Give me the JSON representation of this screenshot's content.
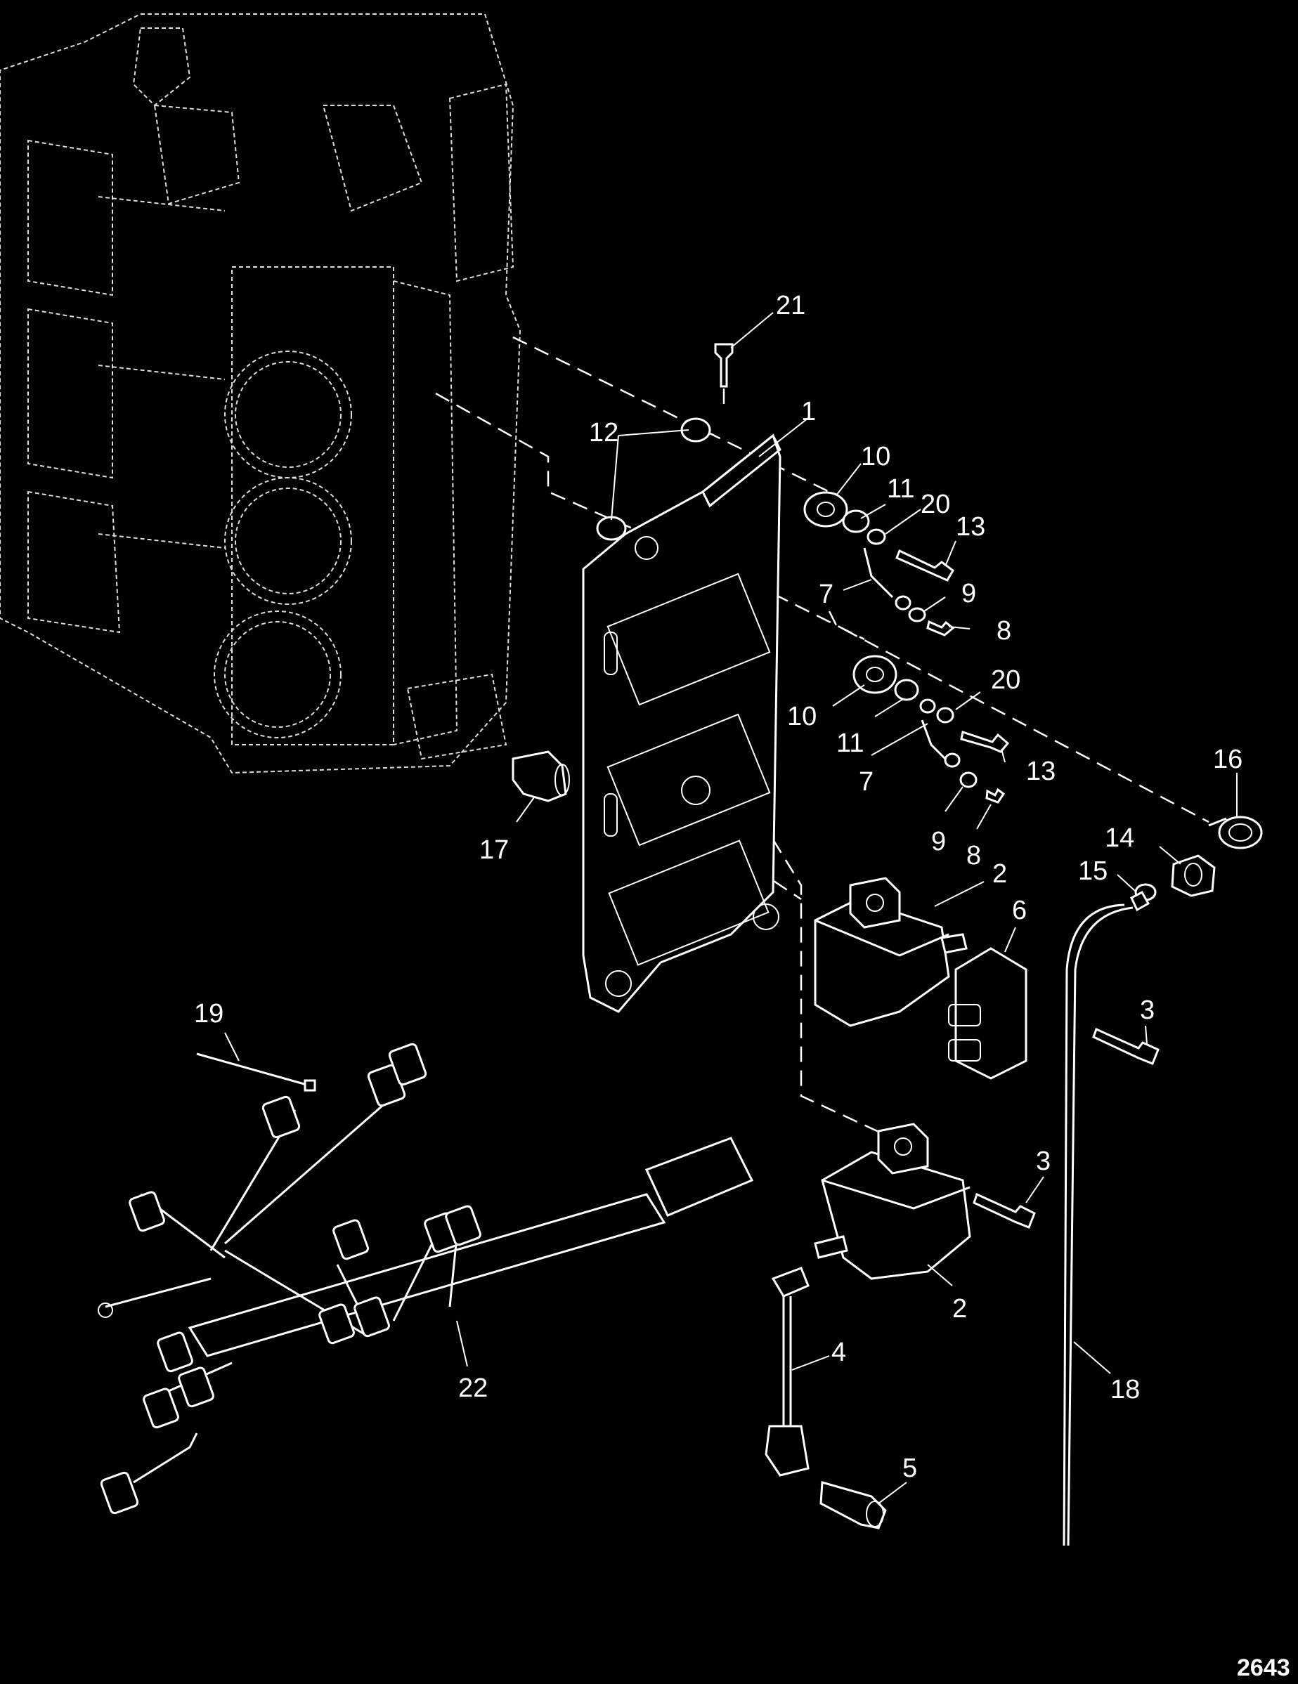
{
  "figure_number": "2643",
  "callouts": [
    {
      "id": "c21",
      "text": "21"
    },
    {
      "id": "c1",
      "text": "1"
    },
    {
      "id": "c12",
      "text": "12"
    },
    {
      "id": "c10a",
      "text": "10"
    },
    {
      "id": "c11a",
      "text": "11"
    },
    {
      "id": "c20a",
      "text": "20"
    },
    {
      "id": "c13a",
      "text": "13"
    },
    {
      "id": "c7a",
      "text": "7"
    },
    {
      "id": "c9a",
      "text": "9"
    },
    {
      "id": "c8a",
      "text": "8"
    },
    {
      "id": "c20b",
      "text": "20"
    },
    {
      "id": "c10b",
      "text": "10"
    },
    {
      "id": "c11b",
      "text": "11"
    },
    {
      "id": "c13b",
      "text": "13"
    },
    {
      "id": "c7b",
      "text": "7"
    },
    {
      "id": "c16",
      "text": "16"
    },
    {
      "id": "c17",
      "text": "17"
    },
    {
      "id": "c9b",
      "text": "9"
    },
    {
      "id": "c8b",
      "text": "8"
    },
    {
      "id": "c14",
      "text": "14"
    },
    {
      "id": "c15",
      "text": "15"
    },
    {
      "id": "c2a",
      "text": "2"
    },
    {
      "id": "c6",
      "text": "6"
    },
    {
      "id": "c3a",
      "text": "3"
    },
    {
      "id": "c19",
      "text": "19"
    },
    {
      "id": "c3b",
      "text": "3"
    },
    {
      "id": "c2b",
      "text": "2"
    },
    {
      "id": "c4",
      "text": "4"
    },
    {
      "id": "c22",
      "text": "22"
    },
    {
      "id": "c18",
      "text": "18"
    },
    {
      "id": "c5",
      "text": "5"
    }
  ]
}
